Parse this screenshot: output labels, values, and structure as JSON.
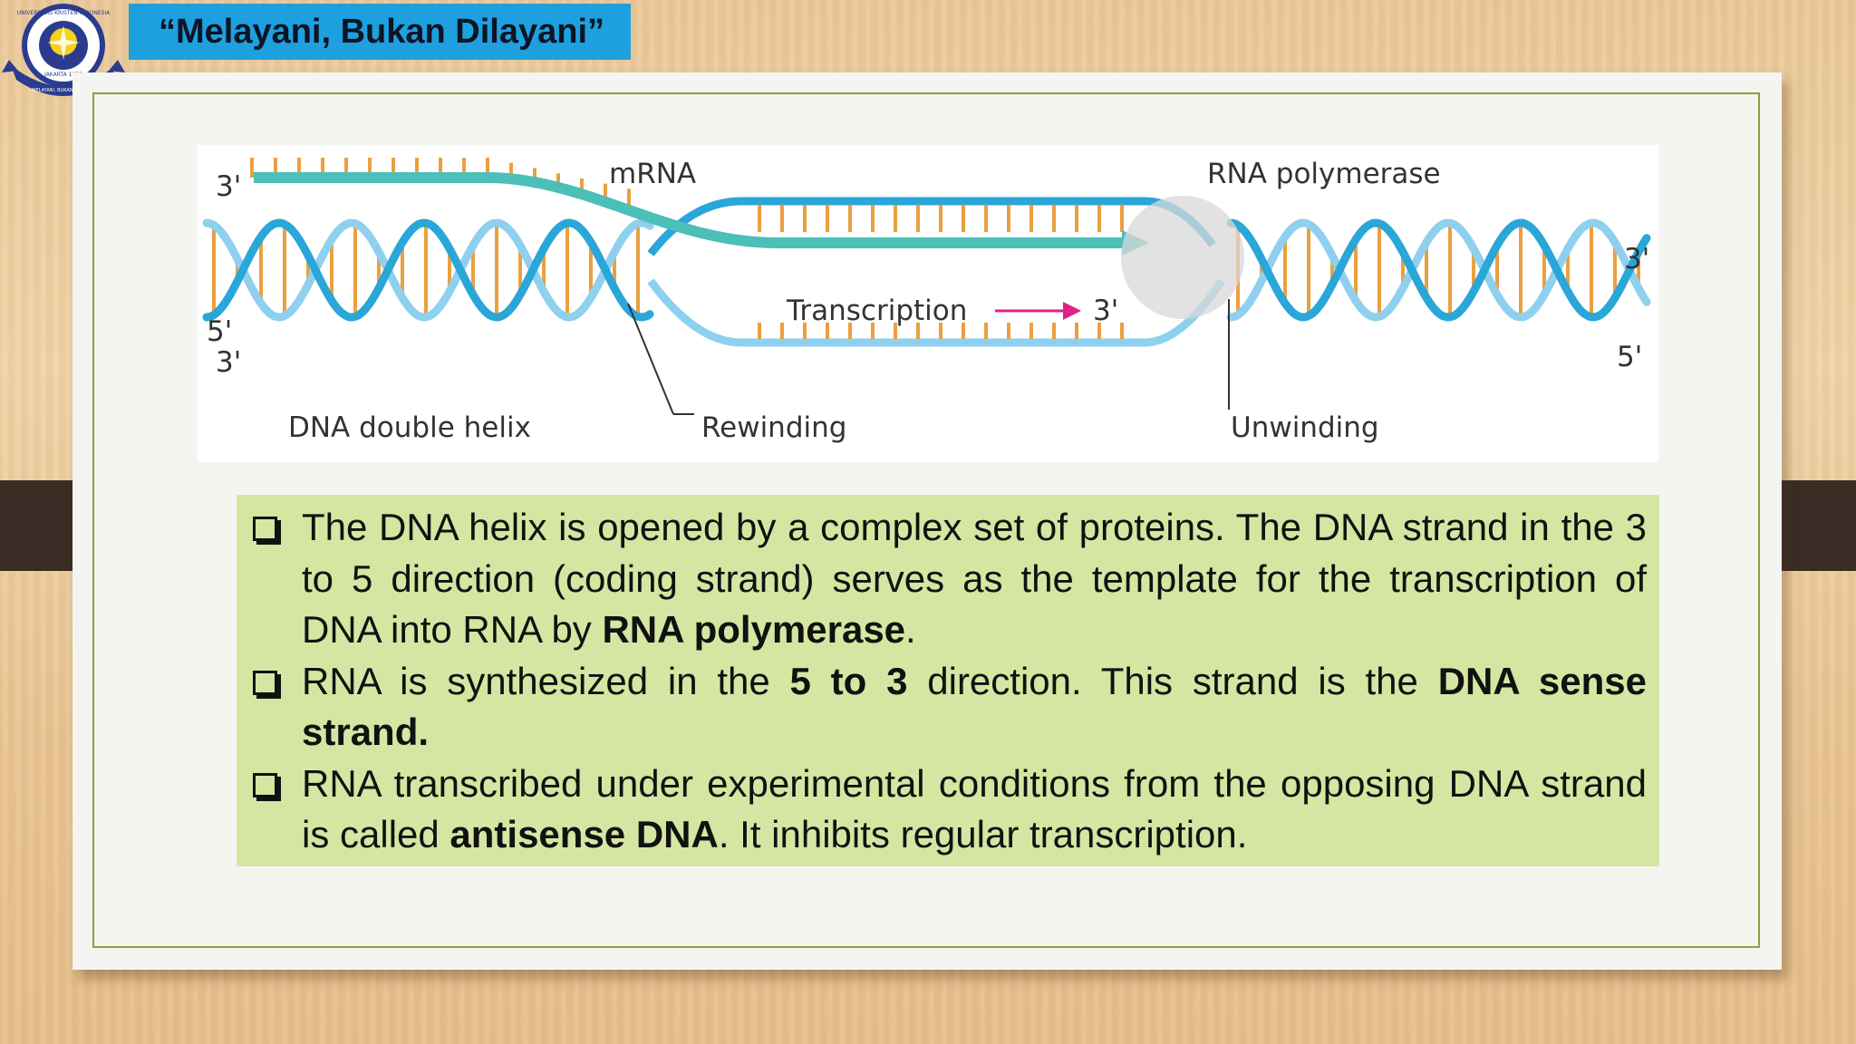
{
  "header": {
    "motto": "“Melayani, Bukan Dilayani”"
  },
  "logo": {
    "arc_top": "UNIVERSITAS KRISTEN INDONESIA",
    "arc_mid": "JAKARTA 1953",
    "ribbon": "MELAYANI, BUKAN DILAYANI"
  },
  "diagram": {
    "mrna": "mRNA",
    "rna_polymerase": "RNA polymerase",
    "transcription": "Transcription",
    "prime_3_top_left": "3'",
    "prime_5_left": "5'",
    "prime_3_left": "3'",
    "prime_3_right_top": "3'",
    "prime_5_right": "5'",
    "prime_3_arrow": "3'",
    "dna_double_helix": "DNA double helix",
    "rewinding": "Rewinding",
    "unwinding": "Unwinding"
  },
  "bullets": [
    {
      "parts": [
        {
          "t": "The DNA helix is opened by a complex set of proteins. The DNA strand in the 3 to 5 direction (coding strand) serves as the template for the transcription of DNA into RNA by "
        },
        {
          "b": "RNA polymerase"
        },
        {
          "t": "."
        }
      ]
    },
    {
      "parts": [
        {
          "t": "RNA is synthesized in the "
        },
        {
          "b": "5 to 3"
        },
        {
          "t": " direction. This strand is the "
        },
        {
          "b": "DNA sense strand."
        }
      ]
    },
    {
      "parts": [
        {
          "t": "RNA transcribed under experimental conditions from the opposing DNA strand is called "
        },
        {
          "b": "antisense DNA"
        },
        {
          "t": ". It inhibits regular transcription."
        }
      ]
    }
  ],
  "colors": {
    "strand_dark": "#2aa6d8",
    "strand_light": "#8fd0ef",
    "mrna": "#4bbfb8",
    "base_pair": "#eba040",
    "arrow": "#e0218a",
    "panel": "#d5e6a2"
  }
}
